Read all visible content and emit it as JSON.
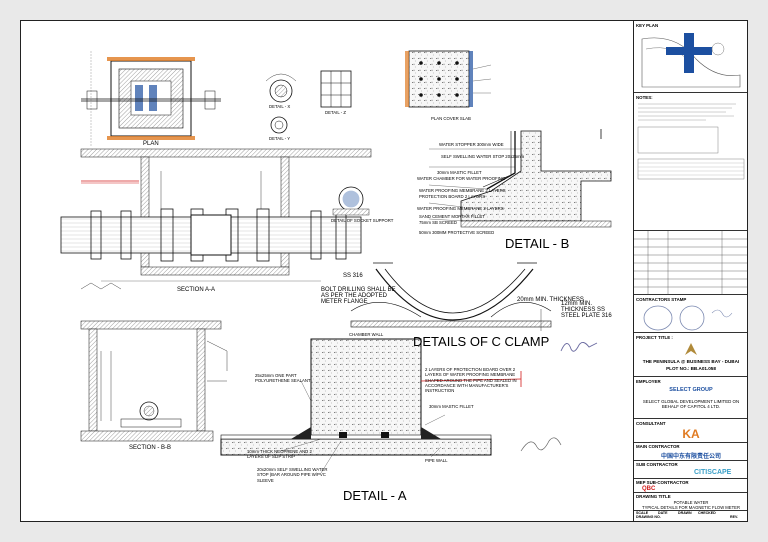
{
  "drawing": {
    "detail_b": "DETAIL - B",
    "detail_a": "DETAIL - A",
    "clamp_title": "DETAILS OF C CLAMP",
    "section_aa": "SECTION  A-A",
    "section_bb": "SECTION - B-B",
    "plan": "PLAN",
    "plan_cover_slab": "PLAN COVER SLAB",
    "detail_x": "DETAIL - X",
    "detail_y": "DETAIL - Y",
    "detail_z": "DETAIL - Z",
    "socket_support": "DETAIL OF SOCKET SUPPORT",
    "b_notes": [
      "WATER STOPPER 300mm WIDE",
      "SELF SWELLING WATER STOP 20x25mm",
      "30mm MASTIC FILLET",
      "WATER CHAMBER FOR WATER PROOFING",
      "WATER PROOFING MEMBRANE 2 LAYERS",
      "PROTECTION BOARD 2 LAYERS",
      "WATER PROOFING MEMBRANE 2 LAYERS",
      "SAND CEMENT MORTAR FILLET",
      "75mm SB SCREED",
      "50mm 300MM PROTECTIVE SCREED"
    ],
    "clamp_notes": [
      "SS 316",
      "BOLT DRILLING SHALL BE AS PER THE ADOPTED METER FLANGE",
      "20mm MIN. THICKNESS",
      "12mm MIN. THICKNESS SS STEEL PLATE 316"
    ],
    "a_notes": [
      "CHAMBER WALL",
      "2 LAYERS OF PROTECTION BOARD OVER 2 LAYERS OF WATER PROOFING MEMBRANE SHAPED AROUND THE PIPE AND SEALED IN ACCORDANCE WITH MANUFACTURER'S INSTRUCTION",
      "25x25mm ONE PART POLYURETHENE SEALANT",
      "30mm MASTIC FILLET",
      "10mm THICK NEOPRENE AND 2 LAYERS OF SLIP STRIP",
      "20x20mm SELF SWELLING WATER STOP (BAR AROUND PIPE W/PVC SLEEVE",
      "PIPE WALL"
    ]
  },
  "title_block": {
    "key_plan": "KEY PLAN",
    "notes": "NOTES:",
    "contractor_stamp": "CONTRACTORS STAMP",
    "project_title_label": "PROJECT TITLE :",
    "project_title": "THE PENINSULA @ BUSINESS BAY - DUBAI",
    "plot_no": "PLOT NO.: BB.A01.058",
    "employer_label": "EMPLOYER",
    "employer_logo": "SELECT GROUP",
    "employer": "SELECT GLOBAL DEVELOPMENT LIMITED ON BEHALF OF CAPITOL 4 LTD.",
    "consultant_label": "CONSULTANT",
    "consultant_logo": "KA",
    "main_contractor_label": "MAIN CONTRACTOR",
    "main_contractor": "中国中东有限责任公司",
    "sub_contractor_label": "SUB CONTRACTOR",
    "sub_contractor_logo": "CITISCAPE",
    "mep_contractor_label": "MEP SUB-CONTRACTOR",
    "mep_contractor_logo": "QBC",
    "drawing_title_label": "DRAWING TITLE",
    "drawing_title_1": "POTABLE WATER",
    "drawing_title_2": "TYPICAL DETAILS FOR MAGNETIC FLOW METER",
    "scale_label": "SCALE",
    "date_label": "DATE",
    "drawn_label": "DRAWN",
    "checked_label": "CHECKED",
    "drawing_no_label": "DRAWING NO.",
    "revision_label": "REV."
  },
  "colors": {
    "ink": "#111111",
    "redline": "#d21b1b",
    "blue": "#1c4fa0",
    "orange": "#e07b22",
    "concrete": "#f2f2f2"
  }
}
